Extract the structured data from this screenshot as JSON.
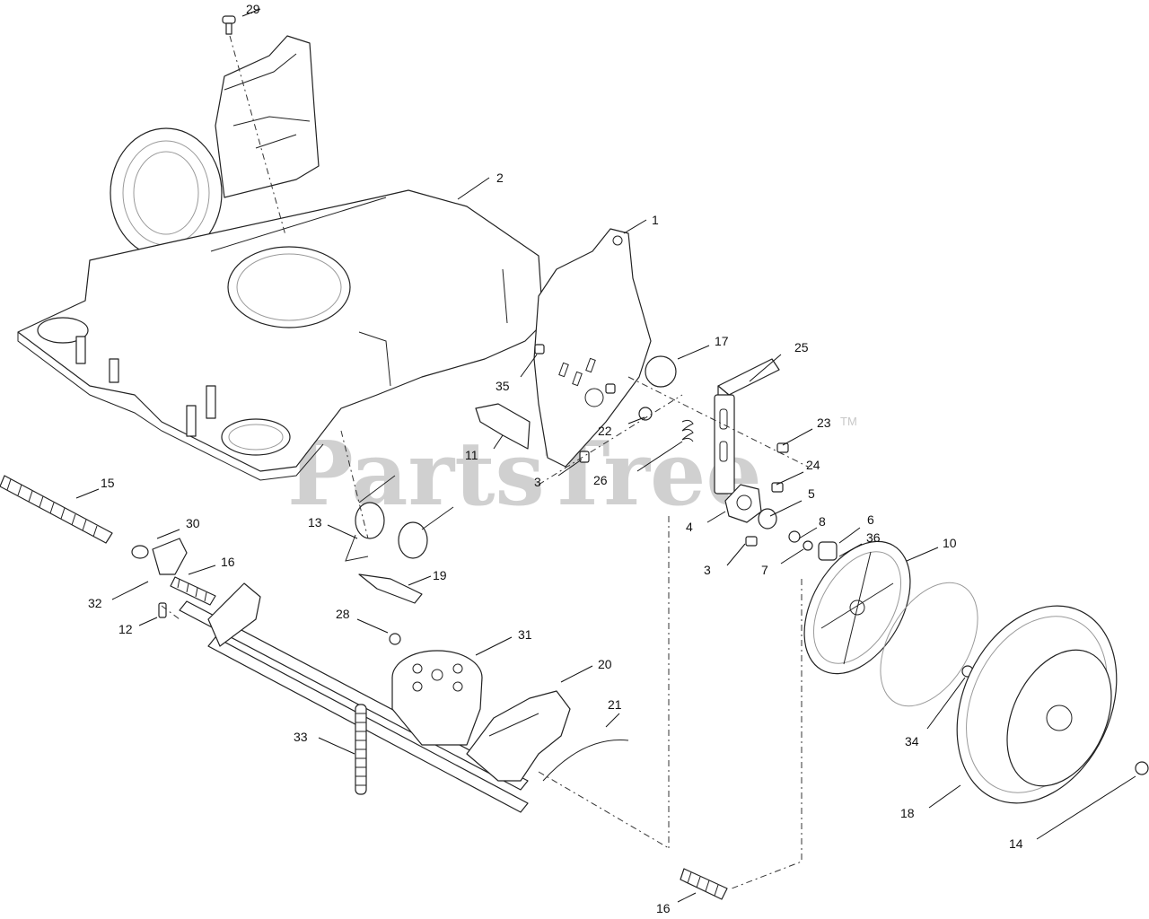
{
  "watermark": {
    "text": "PartsTree",
    "trademark": "TM"
  },
  "callouts": {
    "c1": "1",
    "c2": "2",
    "c3a": "3",
    "c3b": "3",
    "c4": "4",
    "c5": "5",
    "c6": "6",
    "c7": "7",
    "c8": "8",
    "c10": "10",
    "c11": "11",
    "c12": "12",
    "c13": "13",
    "c14": "14",
    "c15": "15",
    "c16a": "16",
    "c16b": "16",
    "c17": "17",
    "c18": "18",
    "c19": "19",
    "c20": "20",
    "c21": "21",
    "c22": "22",
    "c23": "23",
    "c24": "24",
    "c25": "25",
    "c26": "26",
    "c28": "28",
    "c29": "29",
    "c30": "30",
    "c31": "31",
    "c32": "32",
    "c33": "33",
    "c34": "34",
    "c35": "35",
    "c36": "36"
  }
}
